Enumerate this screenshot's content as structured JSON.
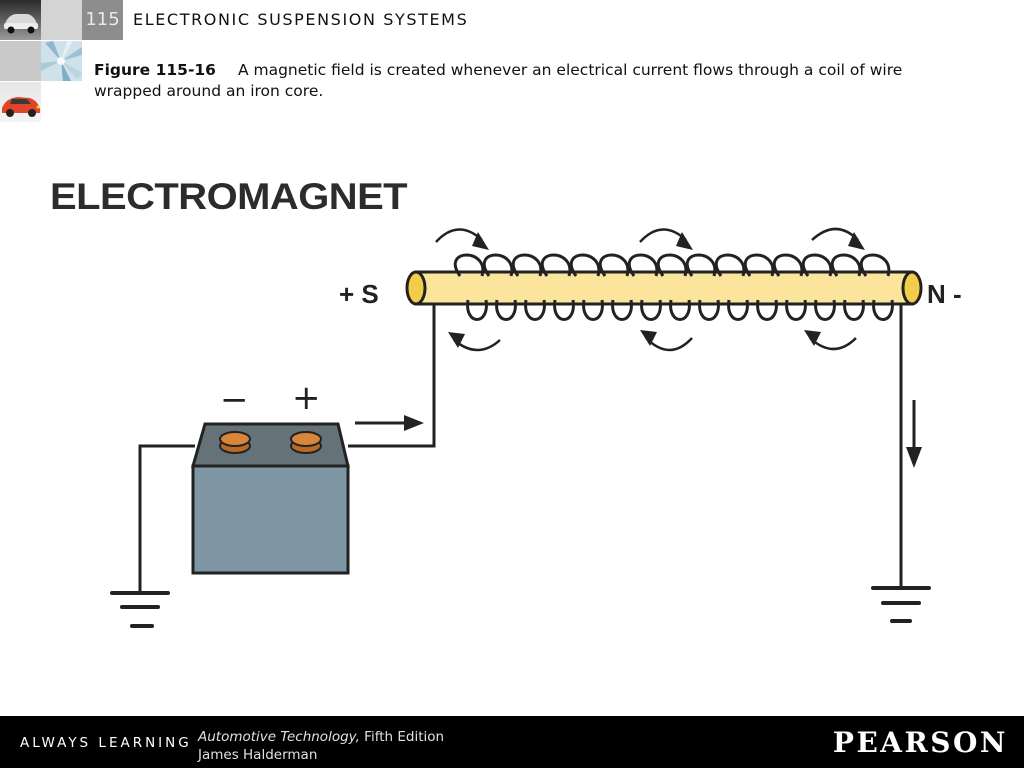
{
  "header": {
    "chapter_number": "115",
    "title": "ELECTRONIC SUSPENSION SYSTEMS"
  },
  "caption": {
    "figure_number": "Figure 115-16",
    "text": "A magnetic field is created whenever an electrical current flows through a coil of wire wrapped around an iron core."
  },
  "diagram": {
    "title": "ELECTROMAGNET",
    "pole_left": "+ S",
    "pole_right": "N -",
    "battery_negative": "−",
    "battery_positive": "+",
    "colors": {
      "iron_core": "#fbe49c",
      "core_end": "#f3cc4a",
      "battery_body": "#7f97a5",
      "battery_top": "#66727a",
      "terminal": "#d9853a",
      "wire": "#222222"
    }
  },
  "footer": {
    "tagline": "ALWAYS LEARNING",
    "book_title": "Automotive Technology,",
    "edition": " Fifth Edition",
    "author": "James Halderman",
    "publisher": "PEARSON"
  },
  "icons": [
    "car-thumbnail-icon",
    "crystal-thumbnail-icon",
    "sports-car-thumbnail-icon",
    "ground-symbol-icon",
    "current-arrow-icon",
    "field-arrow-icon"
  ]
}
